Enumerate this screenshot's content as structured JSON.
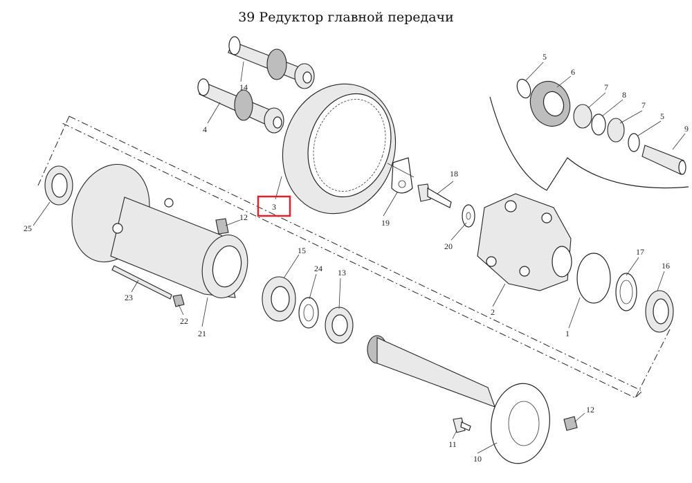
{
  "title": "39 Редуктор главной передачи",
  "callouts": {
    "p1": "1",
    "p2": "2",
    "p3": "3",
    "p4": "4",
    "p5a": "5",
    "p5b": "5",
    "p6": "6",
    "p7a": "7",
    "p7b": "7",
    "p8": "8",
    "p9": "9",
    "p10": "10",
    "p11": "11",
    "p12a": "12",
    "p12b": "12",
    "p13": "13",
    "p14": "14",
    "p15": "15",
    "p16": "16",
    "p17": "17",
    "p18": "18",
    "p19": "19",
    "p20": "20",
    "p21": "21",
    "p22": "22",
    "p23": "23",
    "p24": "24",
    "p25": "25"
  },
  "highlighted_part": "3",
  "colors": {
    "highlight": "#e0202a",
    "line": "#222222"
  }
}
